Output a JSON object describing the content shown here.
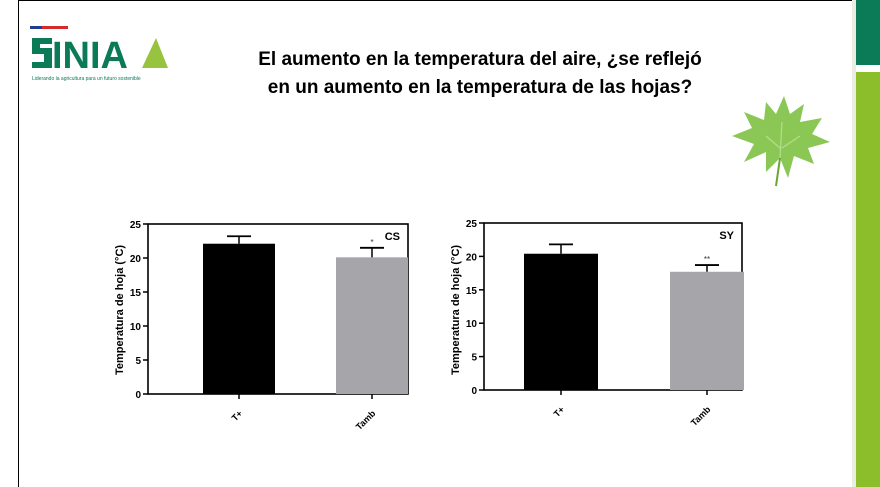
{
  "logo": {
    "text": "INIA",
    "tagline": "Liderando la agricultura para un futuro sostenible"
  },
  "title": {
    "line1": "El aumento en la temperatura del aire, ¿se reflejó",
    "line2": "en un aumento en la temperatura de las hojas?"
  },
  "colors": {
    "dark_green": "#0b7a57",
    "light_green": "#8cbd2a",
    "bar_black": "#000000",
    "bar_gray": "#a6a6aa"
  },
  "chart_data": [
    {
      "type": "bar",
      "panel_label": "CS",
      "ylabel": "Temperatura de hoja (°C)",
      "ylim": [
        0,
        25
      ],
      "yticks": [
        "0",
        "5",
        "10",
        "15",
        "20",
        "25"
      ],
      "categories": [
        "T+",
        "Tamb"
      ],
      "values": [
        22.1,
        20.1
      ],
      "errors": [
        1.1,
        1.4
      ],
      "significance": [
        "",
        "*"
      ],
      "bar_colors": [
        "#000000",
        "#a6a6aa"
      ]
    },
    {
      "type": "bar",
      "panel_label": "SY",
      "ylabel": "Temperatura de hoja (°C)",
      "ylim": [
        0,
        25
      ],
      "yticks": [
        "0",
        "5",
        "10",
        "15",
        "20",
        "25"
      ],
      "categories": [
        "T+",
        "Tamb"
      ],
      "values": [
        20.4,
        17.7
      ],
      "errors": [
        1.4,
        1.0
      ],
      "significance": [
        "",
        "**"
      ],
      "bar_colors": [
        "#000000",
        "#a6a6aa"
      ]
    }
  ]
}
